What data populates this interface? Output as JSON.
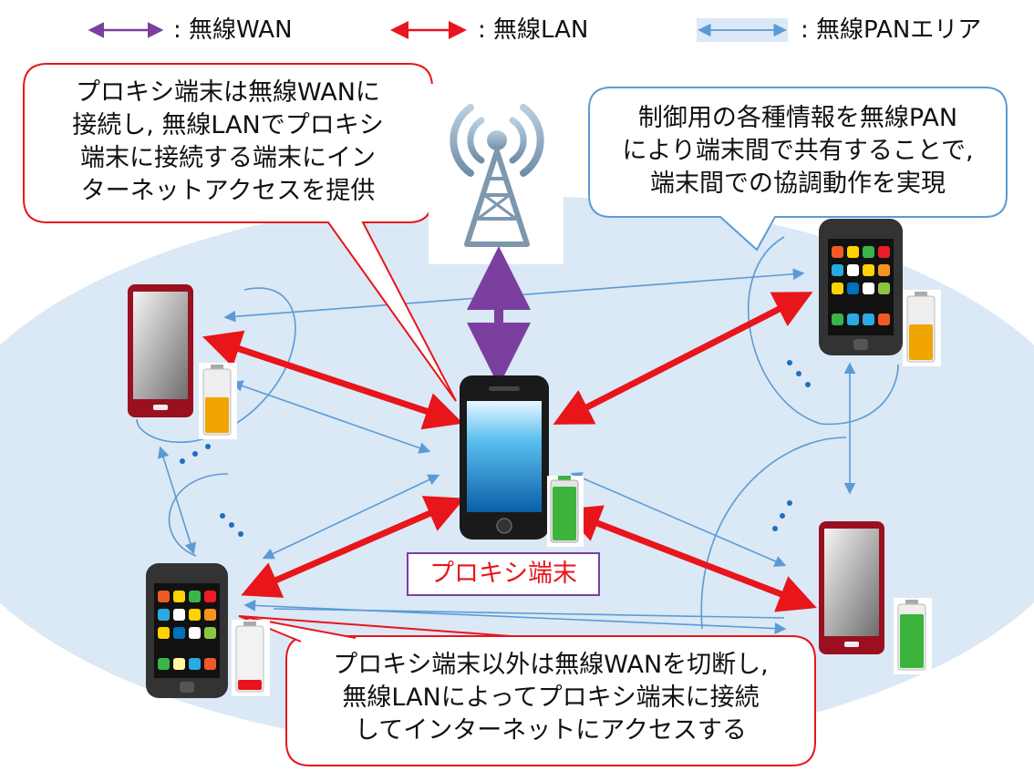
{
  "legend": {
    "wan_label": ": 無線WAN",
    "lan_label": ": 無線LAN",
    "pan_label": ": 無線PANエリア"
  },
  "callouts": {
    "top_left": "プロキシ端末は無線WANに\n接続し, 無線LANでプロキシ\n端末に接続する端末にイン\nターネットアクセスを提供",
    "top_right": "制御用の各種情報を無線PAN\nにより端末間で共有することで,\n端末間での協調動作を実現",
    "bottom": "プロキシ端末以外は無線WANを切断し,\n無線LANによってプロキシ端末に接続\nしてインターネットにアクセスする"
  },
  "proxy_label": "プロキシ端末",
  "colors": {
    "wan": "#7b3fa0",
    "lan": "#e8151b",
    "pan_line": "#5b9bd5",
    "pan_area": "#dbe8f5",
    "callout_border": "#e8151b",
    "callout_pan_border": "#5b9bd5"
  },
  "devices": [
    {
      "id": "proxy",
      "kind": "smartphone-blue",
      "battery_level": 0.9,
      "battery_color": "#3cb43c"
    },
    {
      "id": "left-top",
      "kind": "tablet-red",
      "battery_level": 0.6,
      "battery_color": "#f0a500"
    },
    {
      "id": "right-top",
      "kind": "smartphone-apps",
      "battery_level": 0.6,
      "battery_color": "#f0a500"
    },
    {
      "id": "left-bottom",
      "kind": "smartphone-apps",
      "battery_level": 0.15,
      "battery_color": "#e8151b"
    },
    {
      "id": "right-bottom",
      "kind": "tablet-red",
      "battery_level": 0.85,
      "battery_color": "#3cb43c"
    }
  ],
  "icons": [
    "tower-icon",
    "smartphone-icon",
    "tablet-icon",
    "battery-icon"
  ]
}
